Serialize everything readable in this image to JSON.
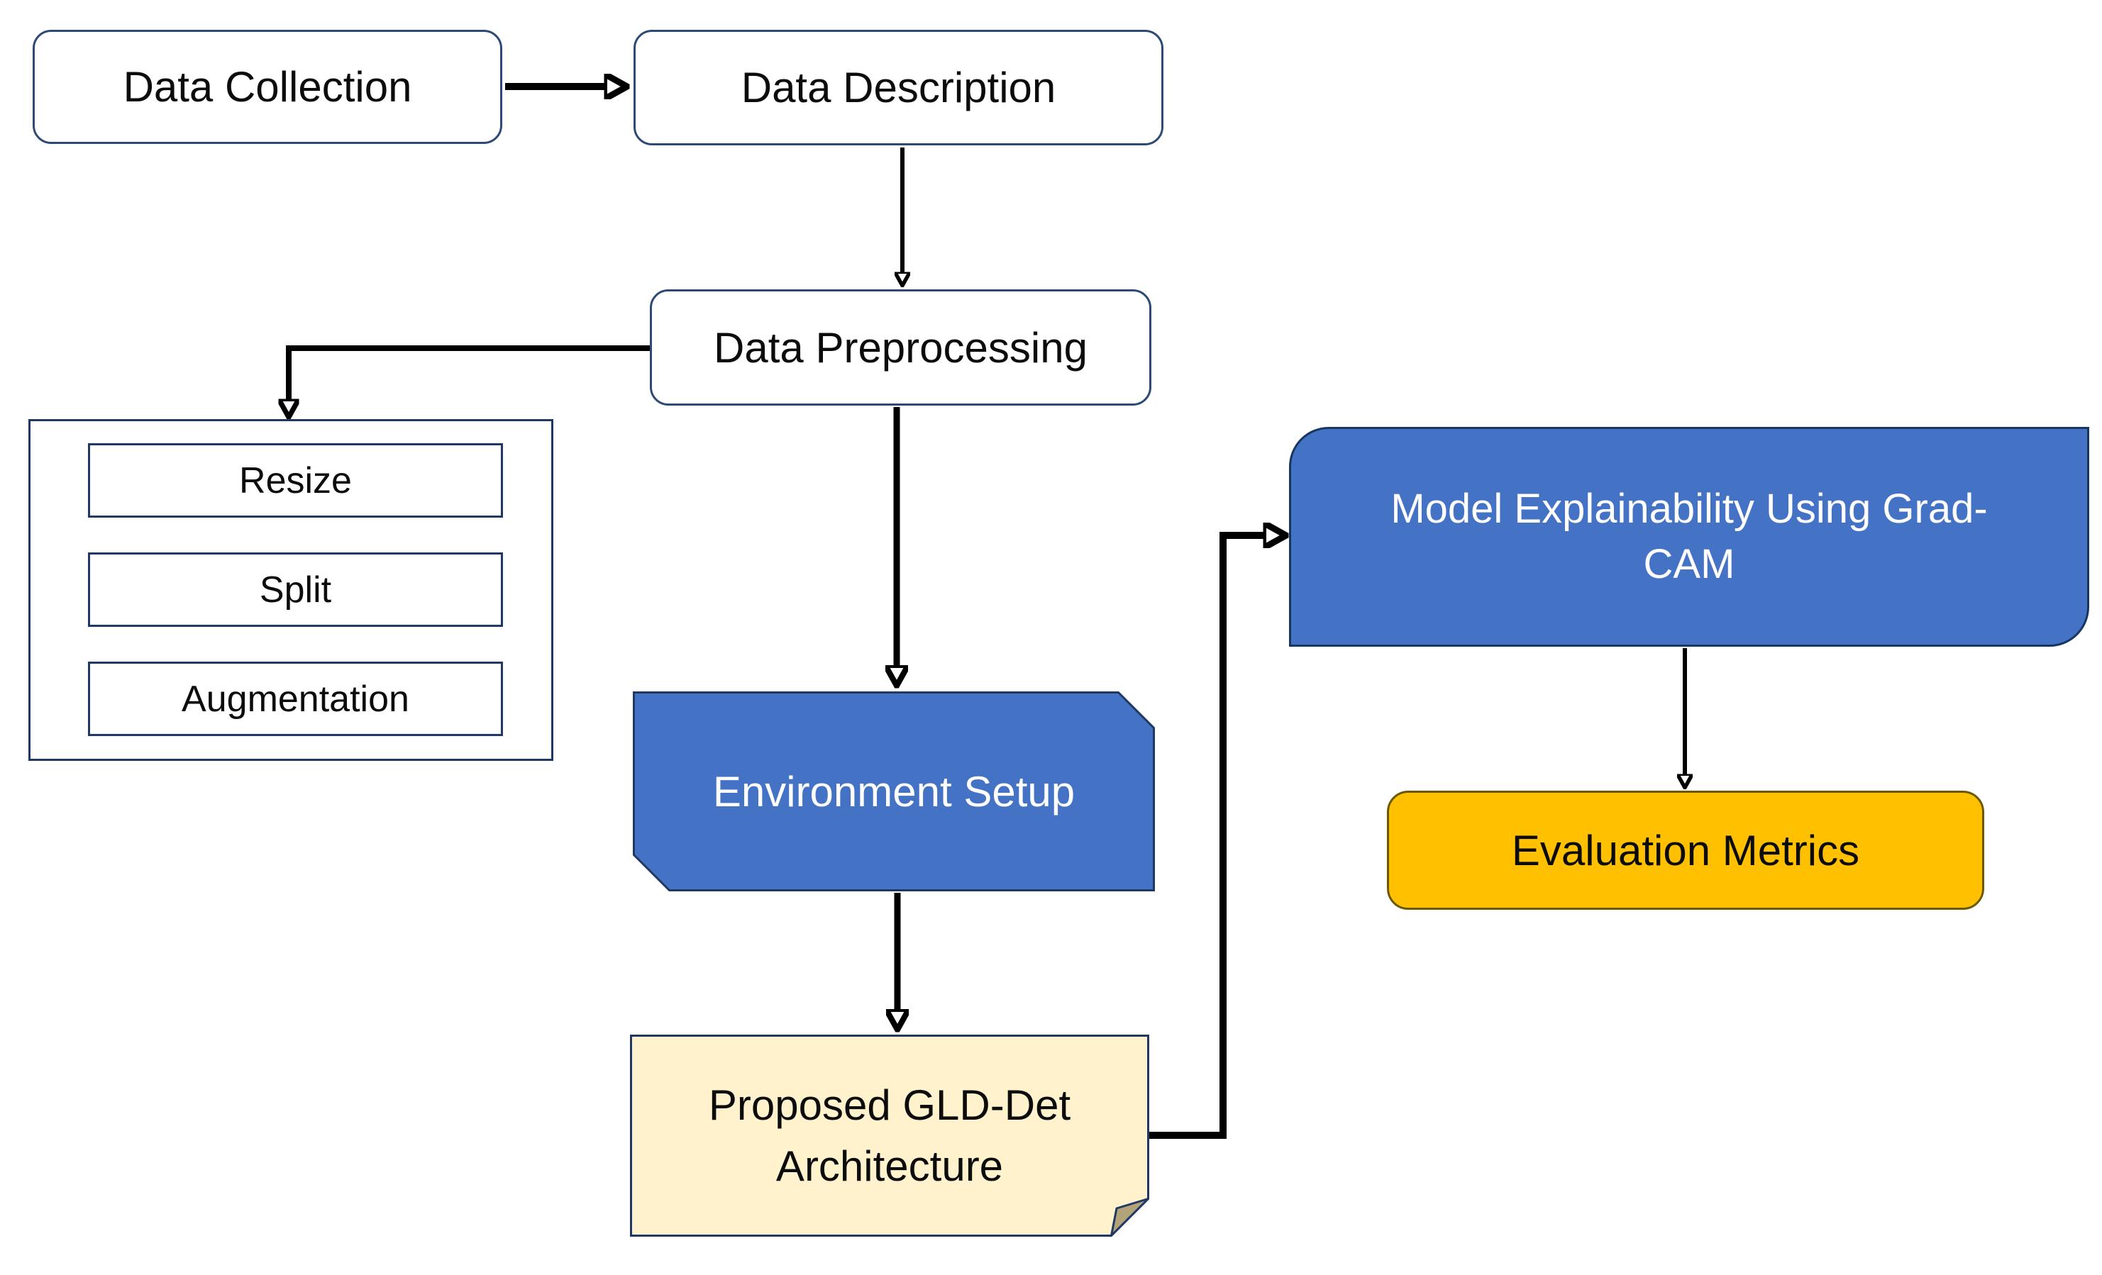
{
  "diagram": {
    "background": "#ffffff",
    "connector_color": "#000000",
    "nodes": {
      "data_collection": {
        "label": "Data Collection",
        "shape": "rounded-rectangle",
        "fill": "#ffffff",
        "border": "#2d4a77",
        "text_color": "#0c0c0c"
      },
      "data_description": {
        "label": "Data Description",
        "shape": "rounded-rectangle",
        "fill": "#ffffff",
        "border": "#2d4a77",
        "text_color": "#0c0c0c"
      },
      "data_preprocessing": {
        "label": "Data Preprocessing",
        "shape": "rounded-rectangle",
        "fill": "#ffffff",
        "border": "#2d4a77",
        "text_color": "#0c0c0c"
      },
      "preprocessing_group": {
        "shape": "container-rectangle",
        "fill": "#ffffff",
        "border": "#1f3864",
        "items": [
          {
            "label": "Resize"
          },
          {
            "label": "Split"
          },
          {
            "label": "Augmentation"
          }
        ]
      },
      "environment_setup": {
        "label": "Environment Setup",
        "shape": "snipped-corner-rectangle",
        "fill": "#4472c4",
        "border": "#1f3864",
        "text_color": "#ffffff"
      },
      "proposed_architecture": {
        "label": "Proposed GLD-Det Architecture",
        "shape": "folded-corner-note",
        "fill": "#fff2cc",
        "border": "#1f3864",
        "fold_fill": "#b3a378",
        "text_color": "#0c0c0c"
      },
      "model_explainability": {
        "label": "Model Explainability Using Grad-CAM",
        "shape": "round-diagonal-corner-rectangle",
        "fill": "#4472c4",
        "border": "#17375e",
        "text_color": "#ffffff"
      },
      "evaluation_metrics": {
        "label": "Evaluation Metrics",
        "shape": "rounded-rectangle",
        "fill": "#ffc000",
        "border": "#6b5900",
        "text_color": "#0c0c0c"
      }
    },
    "edges": [
      {
        "from": "data_collection",
        "to": "data_description"
      },
      {
        "from": "data_description",
        "to": "data_preprocessing"
      },
      {
        "from": "data_preprocessing",
        "to": "preprocessing_group"
      },
      {
        "from": "data_preprocessing",
        "to": "environment_setup"
      },
      {
        "from": "environment_setup",
        "to": "proposed_architecture"
      },
      {
        "from": "proposed_architecture",
        "to": "model_explainability"
      },
      {
        "from": "model_explainability",
        "to": "evaluation_metrics"
      }
    ]
  }
}
